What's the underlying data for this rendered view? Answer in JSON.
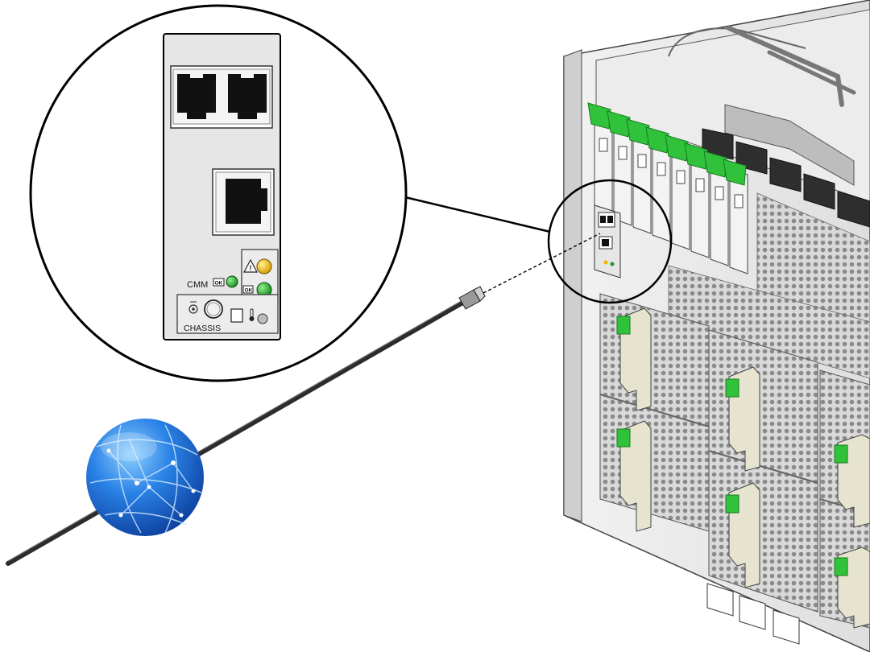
{
  "callout": {
    "labels": {
      "cmm": "CMM",
      "ok": "OK",
      "chassis": "CHASSIS"
    }
  },
  "icons": [
    "globe-network-icon",
    "warning-triangle-icon",
    "thermometer-icon",
    "locator-icon"
  ],
  "colors": {
    "led_green": "#1e9a22",
    "led_amber": "#f0b400",
    "latch_green": "#2fc23a",
    "globe_blue": "#1f6fd8",
    "panel_gray": "#e6e6e6",
    "cable": "#2c2c2c"
  }
}
